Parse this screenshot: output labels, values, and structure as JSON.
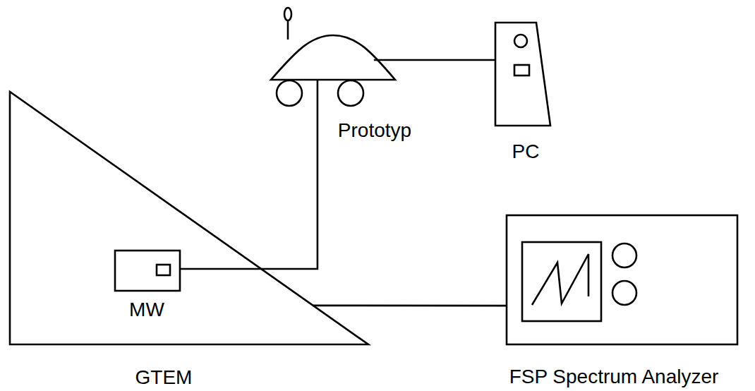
{
  "diagram": {
    "nodes": [
      {
        "text": [
          "GTEM"
        ]
      },
      {
        "text": [
          "MW"
        ],
        "in": 0
      },
      {
        "text": [
          "Prototyp"
        ]
      },
      {
        "text": [
          "PC"
        ]
      },
      {
        "text": [
          "FSP Spectrum Analyzer"
        ]
      }
    ],
    "edges": [
      {
        "from": 1,
        "to": 2,
        "arrow": "none"
      },
      {
        "from": 2,
        "to": 3,
        "arrow": "none"
      },
      {
        "from": 0,
        "to": 4,
        "arrow": "none"
      }
    ]
  }
}
